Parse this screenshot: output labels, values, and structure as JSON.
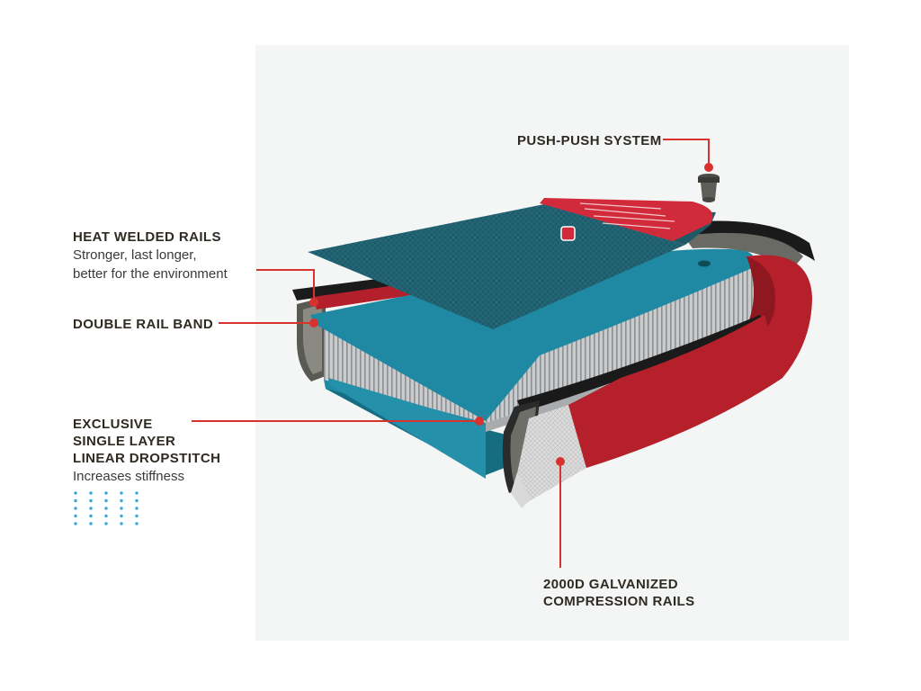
{
  "colors": {
    "accent_red": "#d8322f",
    "rail_red": "#b5202a",
    "deck_teal": "#1f5e6e",
    "core_blue": "#1f8aa3",
    "dots_blue": "#3aa7d8",
    "text_dark": "#2f2a22"
  },
  "labels": {
    "push": {
      "title": "PUSH-PUSH SYSTEM"
    },
    "heat": {
      "title": "HEAT WELDED RAILS",
      "desc_lines": [
        "Stronger, last longer,",
        "better for the environment"
      ]
    },
    "double": {
      "title": "DOUBLE RAIL BAND"
    },
    "dropstitch": {
      "title_lines": [
        "EXCLUSIVE",
        "SINGLE LAYER",
        "LINEAR DROPSTITCH"
      ],
      "desc": "Increases stiffness"
    },
    "galvanized": {
      "title_lines": [
        "2000D GALVANIZED",
        "COMPRESSION RAILS"
      ]
    }
  },
  "icons": {
    "valve": "push-push-valve-icon",
    "dropstitch_pattern": "dropstitch-dots-icon"
  }
}
